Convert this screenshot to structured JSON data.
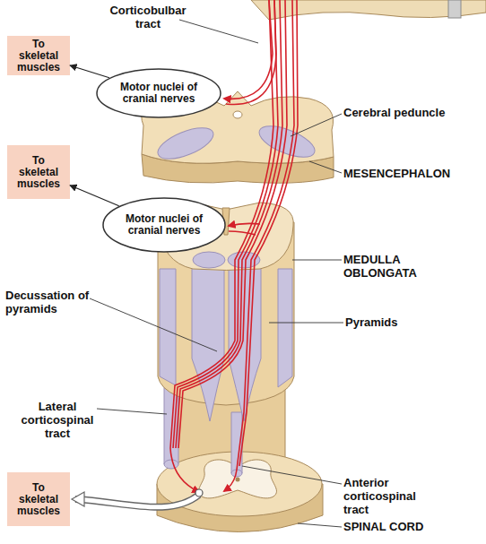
{
  "diagram": {
    "nodes": [
      {
        "text": [
          "To skeletal muscles"
        ]
      },
      {
        "text": [
          "Motor nuclei of cranial nerves"
        ]
      },
      {
        "text": [
          "To skeletal muscles"
        ]
      },
      {
        "text": [
          "Motor nuclei of cranial nerves"
        ]
      },
      {
        "text": [
          "To skeletal muscles"
        ]
      }
    ],
    "edges": [
      {
        "from": 1,
        "to": 0,
        "arrow": "to"
      },
      {
        "from": 3,
        "to": 2,
        "arrow": "to"
      }
    ],
    "labels": [
      "Corticobulbar tract",
      "Cerebral peduncle",
      "MESENCEPHALON",
      "MEDULLA OBLONGATA",
      "Decussation of pyramids",
      "Pyramids",
      "Lateral corticospinal tract",
      "Anterior corticospinal tract",
      "SPINAL CORD"
    ]
  }
}
